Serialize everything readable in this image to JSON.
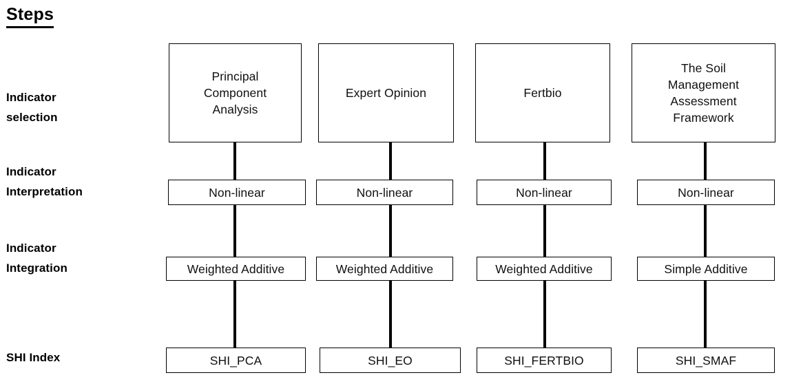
{
  "title": "Steps",
  "rows": [
    {
      "key": "selection",
      "label": "Indicator\nselection"
    },
    {
      "key": "interpretation",
      "label": "Indicator\nInterpretation"
    },
    {
      "key": "integration",
      "label": "Indicator\nIntegration"
    },
    {
      "key": "index",
      "label": "SHI Index"
    }
  ],
  "columns": [
    {
      "key": "pca",
      "selection": "Principal\nComponent\nAnalysis",
      "interpretation": "Non-linear",
      "integration": "Weighted Additive",
      "index": "SHI_PCA"
    },
    {
      "key": "eo",
      "selection": "Expert Opinion",
      "interpretation": "Non-linear",
      "integration": "Weighted Additive",
      "index": "SHI_EO"
    },
    {
      "key": "fertbio",
      "selection": "Fertbio",
      "interpretation": "Non-linear",
      "integration": "Weighted Additive",
      "index": "SHI_FERTBIO"
    },
    {
      "key": "smaf",
      "selection": "The Soil\nManagement\nAssessment\nFramework",
      "interpretation": "Non-linear",
      "integration": "Simple Additive",
      "index": "SHI_SMAF"
    }
  ],
  "colors": {
    "background": "#ffffff",
    "text": "#000000",
    "border": "#000000",
    "connector": "#000000"
  }
}
